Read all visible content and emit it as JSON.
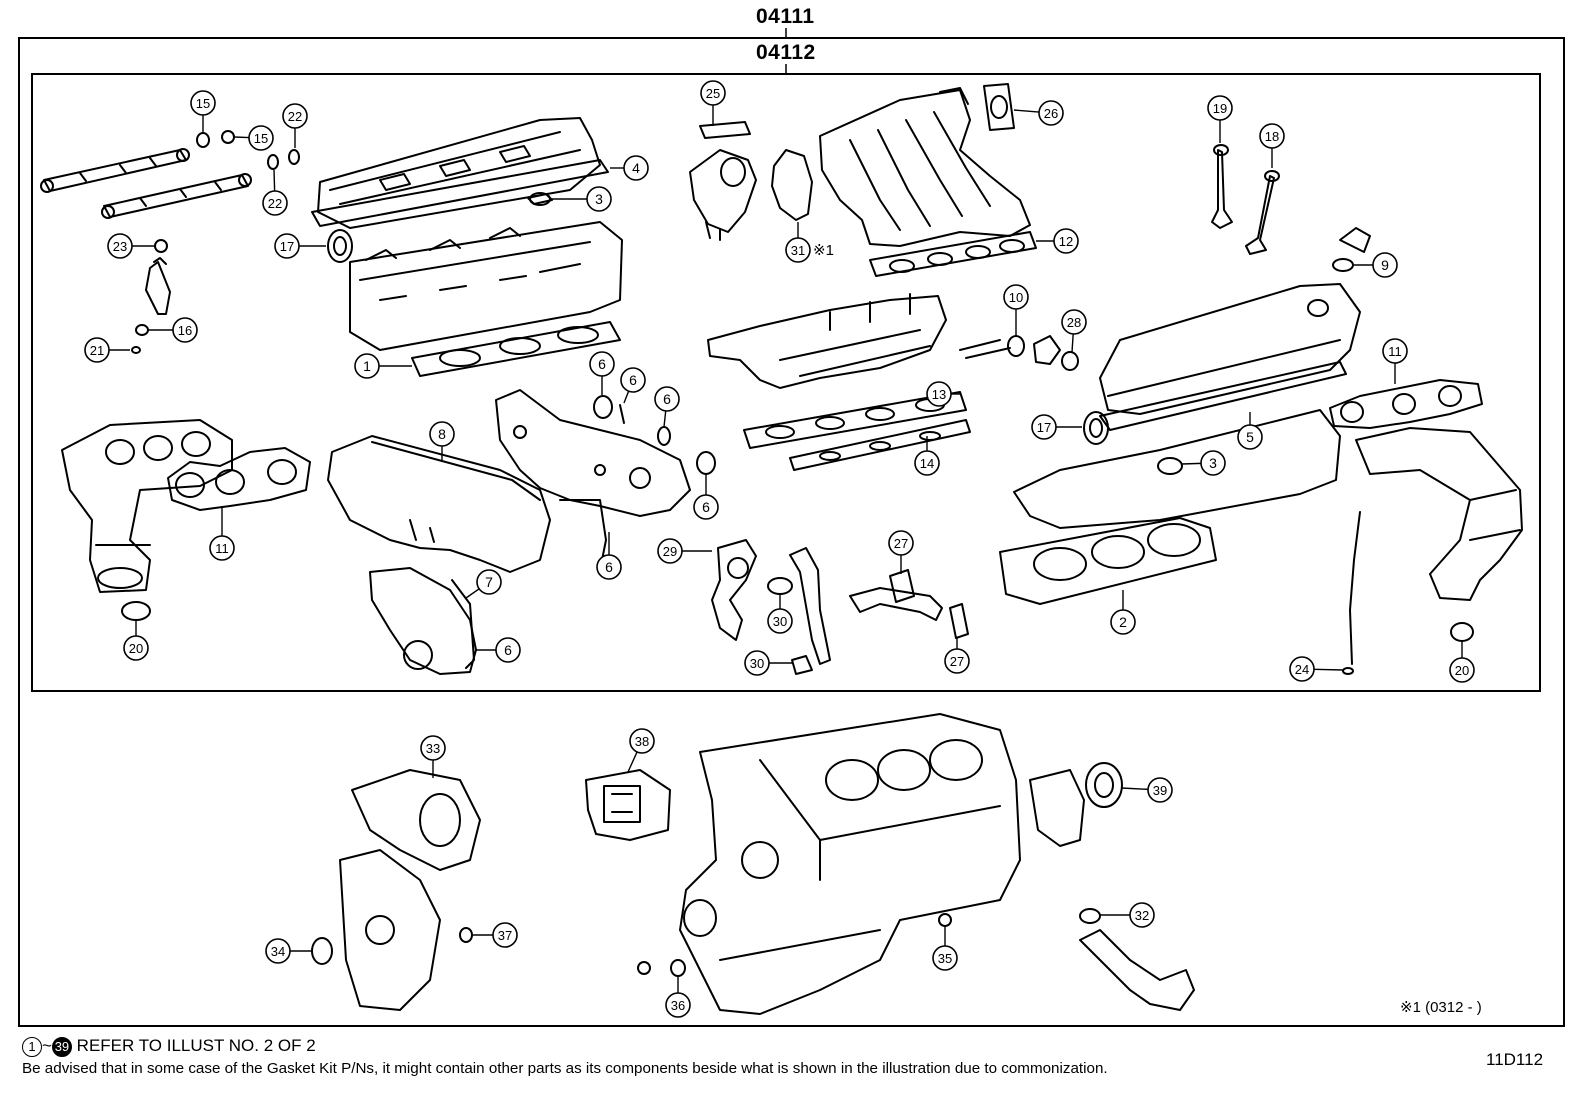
{
  "header": {
    "outer_code": "04111",
    "inner_code": "04112"
  },
  "callouts": [
    {
      "num": "15",
      "target": "tall-seal"
    },
    {
      "num": "15",
      "target": "seal"
    },
    {
      "num": "22",
      "target": "tall-seal"
    },
    {
      "num": "22",
      "target": "tall-seal"
    },
    {
      "num": "23",
      "target": "small-seal"
    },
    {
      "num": "16",
      "target": "small-seal"
    },
    {
      "num": "21",
      "target": "o-ring"
    },
    {
      "num": "17",
      "target": "oil-seal"
    },
    {
      "num": "1",
      "target": "gasket"
    },
    {
      "num": "3",
      "target": "grommet"
    },
    {
      "num": "4",
      "target": "cover-gasket"
    },
    {
      "num": "25",
      "target": "gasket"
    },
    {
      "num": "31",
      "target": "gasket"
    },
    {
      "num": "26",
      "target": "gasket"
    },
    {
      "num": "12",
      "target": "gasket"
    },
    {
      "num": "19",
      "target": "valve-seal"
    },
    {
      "num": "18",
      "target": "valve-seal"
    },
    {
      "num": "9",
      "target": "seal"
    },
    {
      "num": "10",
      "target": "seal"
    },
    {
      "num": "28",
      "target": "o-ring"
    },
    {
      "num": "13",
      "target": "gasket"
    },
    {
      "num": "14",
      "target": "gasket"
    },
    {
      "num": "11",
      "target": "gasket"
    },
    {
      "num": "5",
      "target": "cover-gasket"
    },
    {
      "num": "17",
      "target": "oil-seal"
    },
    {
      "num": "3",
      "target": "grommet"
    },
    {
      "num": "2",
      "target": "head-gasket"
    },
    {
      "num": "11",
      "target": "gasket"
    },
    {
      "num": "20",
      "target": "ring"
    },
    {
      "num": "8",
      "target": "cover"
    },
    {
      "num": "6",
      "target": "seal"
    },
    {
      "num": "6",
      "target": "seal"
    },
    {
      "num": "6",
      "target": "seal"
    },
    {
      "num": "6",
      "target": "seal"
    },
    {
      "num": "6",
      "target": "seal"
    },
    {
      "num": "7",
      "target": "gasket"
    },
    {
      "num": "6",
      "target": "seal"
    },
    {
      "num": "29",
      "target": "gasket"
    },
    {
      "num": "30",
      "target": "gasket"
    },
    {
      "num": "30",
      "target": "gasket"
    },
    {
      "num": "27",
      "target": "gasket"
    },
    {
      "num": "27",
      "target": "gasket"
    },
    {
      "num": "24",
      "target": "o-ring"
    },
    {
      "num": "20",
      "target": "ring"
    },
    {
      "num": "33",
      "target": "gasket"
    },
    {
      "num": "34",
      "target": "oil-seal"
    },
    {
      "num": "37",
      "target": "o-ring"
    },
    {
      "num": "38",
      "target": "gasket"
    },
    {
      "num": "35",
      "target": "seal"
    },
    {
      "num": "36",
      "target": "seal"
    },
    {
      "num": "39",
      "target": "oil-seal"
    },
    {
      "num": "32",
      "target": "gasket"
    }
  ],
  "suffix_mark": "※1",
  "note_mark": "※1 (0312 -      )",
  "footer": {
    "range_start": "1",
    "range_sep": "~",
    "range_end": "39",
    "refer_text": "REFER TO ILLUST NO. 2 OF 2",
    "advisory": "Be advised that in some case of the Gasket Kit P/Ns,  it might contain other parts as its components beside what is shown in the illustration due to commonization.",
    "illustration_code": "11D112"
  }
}
